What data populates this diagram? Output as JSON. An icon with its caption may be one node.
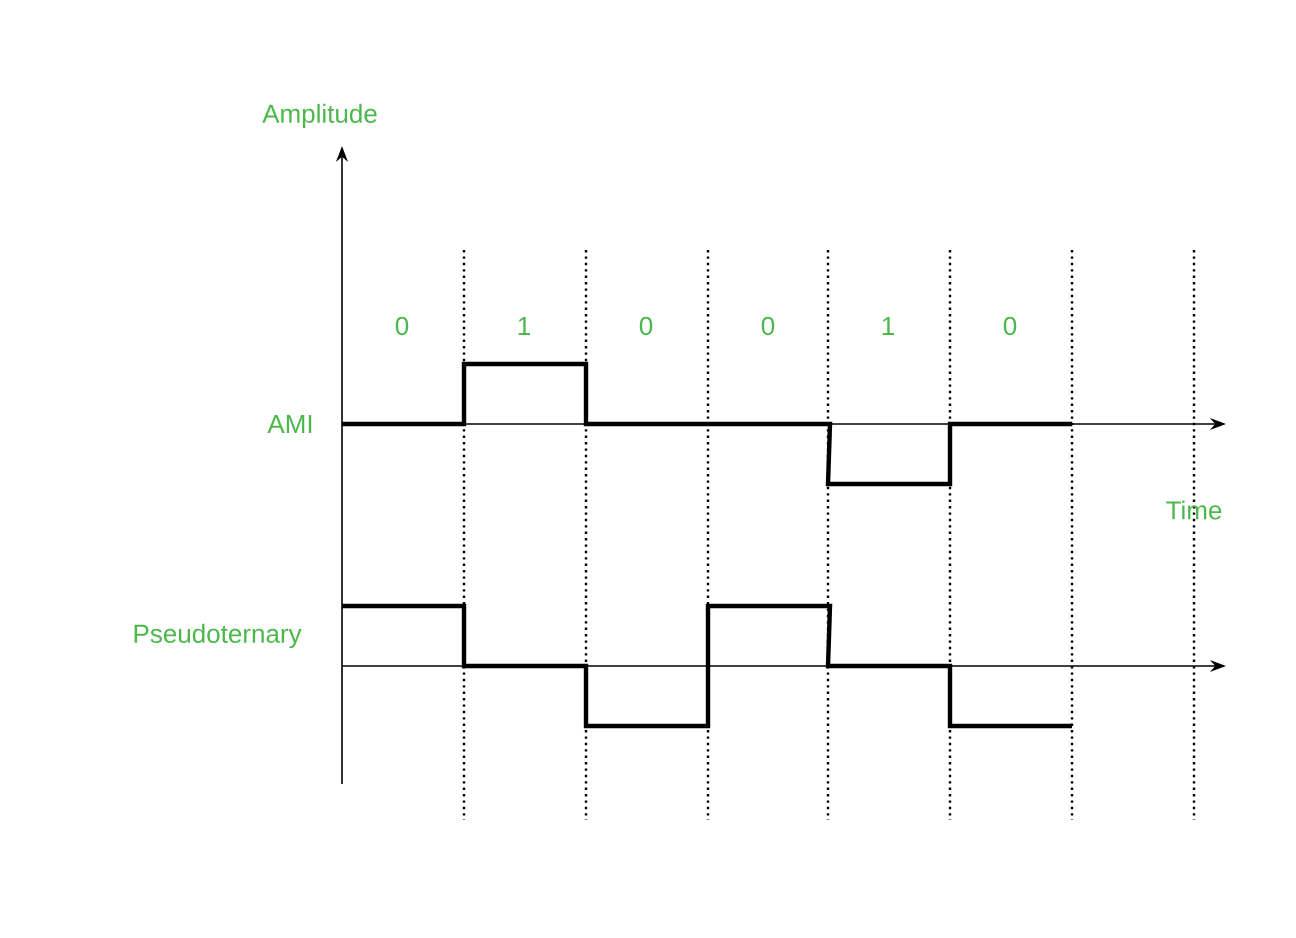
{
  "diagram": {
    "labels": [
      "Amplitude",
      "0",
      "1",
      "0",
      "0",
      "1",
      "0",
      "AMI",
      "Time",
      "Pseudoternary"
    ]
  }
}
